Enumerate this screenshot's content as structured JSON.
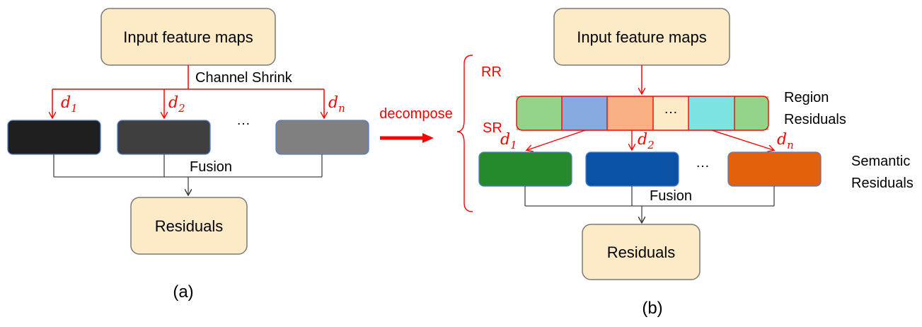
{
  "colors": {
    "box_fill": "#fcebc6",
    "box_stroke": "#7a7a7a",
    "red": "#ff0000",
    "black_line": "#444444",
    "map_dark": "#1f1f1f",
    "map_mid": "#3f3f3f",
    "map_light": "#808080",
    "map_stroke": "#4f7fc8",
    "region_green": "#93d48a",
    "region_blue": "#86a9e0",
    "region_orange": "#f9b183",
    "region_cream": "#fcebc6",
    "region_cyan": "#7de3e0",
    "sem_green": "#268a2c",
    "sem_blue": "#0a52a6",
    "sem_orange": "#e3610a"
  },
  "panel_a": {
    "input_label": "Input feature maps",
    "channel_shrink_label": "Channel Shrink",
    "d1": "d",
    "d1_sub": "1",
    "d2": "d",
    "d2_sub": "2",
    "dn": "d",
    "dn_sub": "n",
    "ellipsis": "…",
    "fusion_label": "Fusion",
    "residuals_label": "Residuals",
    "caption": "(a)"
  },
  "decompose_label": "decompose",
  "panel_b": {
    "input_label": "Input feature maps",
    "rr_label": "RR",
    "sr_label": "SR",
    "region_ellipsis": "…",
    "region_label_line1": "Region",
    "region_label_line2": "Residuals",
    "d1": "d",
    "d1_sub": "1",
    "d2": "d",
    "d2_sub": "2",
    "dn": "d",
    "dn_sub": "n",
    "ellipsis": "…",
    "semantic_label_line1": "Semantic",
    "semantic_label_line2": "Residuals",
    "fusion_label": "Fusion",
    "residuals_label": "Residuals",
    "caption": "(b)"
  }
}
